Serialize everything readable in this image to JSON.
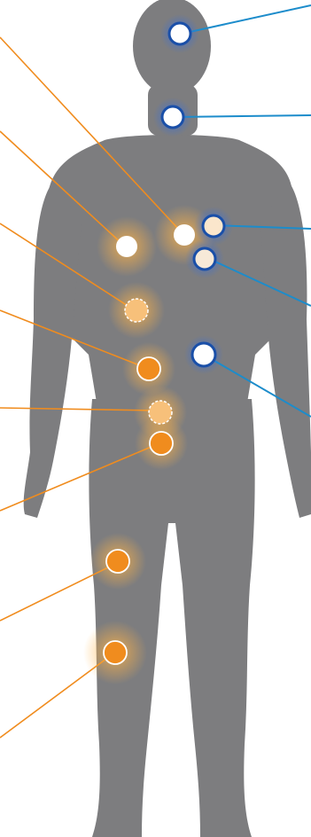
{
  "colors": {
    "background": "#ffffff",
    "body_silhouette": "#7d7d7f",
    "blue_line": "#1c8ccb",
    "blue_ring": "#1a4fa8",
    "blue_glow": "#3a6fd8",
    "orange_line": "#f08c1e",
    "orange_fill": "#f08c1e",
    "orange_glow": "#ffb347",
    "white_dot": "#ffffff"
  },
  "markers": {
    "blue": [
      {
        "id": "head"
      },
      {
        "id": "neck"
      },
      {
        "id": "chest-upper"
      },
      {
        "id": "chest-lower"
      },
      {
        "id": "abdomen"
      }
    ],
    "orange": [
      {
        "id": "shoulder-right",
        "style": "white"
      },
      {
        "id": "chest-right",
        "style": "white"
      },
      {
        "id": "chest-center",
        "style": "white"
      },
      {
        "id": "rib-dashed",
        "style": "dashed"
      },
      {
        "id": "abdomen-right",
        "style": "filled"
      },
      {
        "id": "pelvis-dashed",
        "style": "dashed"
      },
      {
        "id": "hip-right",
        "style": "filled"
      },
      {
        "id": "thigh-right",
        "style": "filled"
      },
      {
        "id": "knee-right",
        "style": "filled"
      }
    ]
  }
}
